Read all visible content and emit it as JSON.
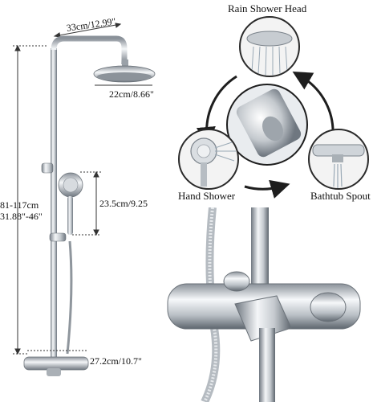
{
  "dimensions": {
    "arm_length": "33cm/12.99\"",
    "head_diameter": "22cm/8.66\"",
    "height_range_cm": "81-117cm",
    "height_range_in": "31.88\"-46\"",
    "handset_length": "23.5cm/9.25",
    "valve_width": "27.2cm/10.7\""
  },
  "modes": {
    "rain": "Rain Shower Head",
    "hand": "Hand Shower",
    "bath": "Bathtub Spout"
  },
  "colors": {
    "chrome_dark": "#6f7780",
    "chrome_light": "#f4f6f8",
    "cycle_ring": "#1e1e1e"
  }
}
